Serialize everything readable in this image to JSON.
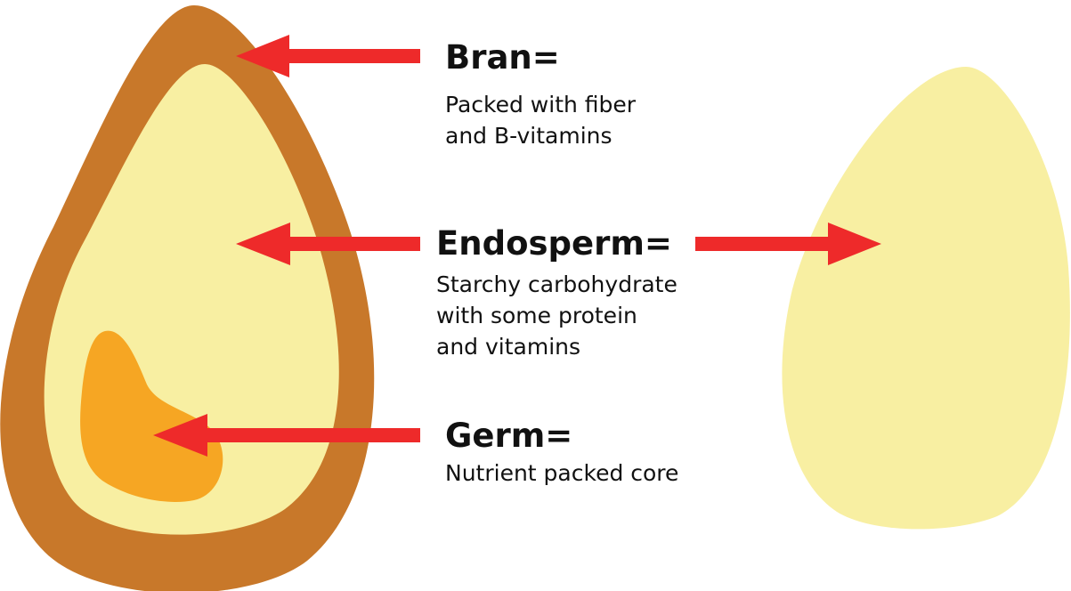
{
  "colors": {
    "bran": "#C8782A",
    "endosperm": "#F8EFA2",
    "germ": "#F6A623",
    "arrow": "#EE2A2A",
    "text": "#111111"
  },
  "labels": {
    "bran": {
      "heading": "Bran=",
      "desc": [
        "Packed with fiber",
        "and B-vitamins"
      ]
    },
    "endosperm": {
      "heading": "Endosperm=",
      "desc": [
        "Starchy carbohydrate",
        "with some protein",
        "and vitamins"
      ]
    },
    "germ": {
      "heading": "Germ=",
      "desc": [
        "Nutrient packed core"
      ]
    }
  }
}
